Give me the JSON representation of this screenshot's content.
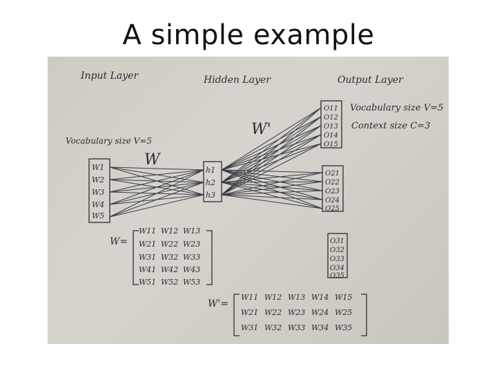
{
  "slide": {
    "title": "A simple example"
  },
  "diagram": {
    "labels": {
      "input_layer": "Input Layer",
      "hidden_layer": "Hidden Layer",
      "output_layer": "Output Layer",
      "vocab_left": "Vocabulary size V=5",
      "vocab_right": "Vocabulary size V=5",
      "context_size": "Context size C=3",
      "w": "W",
      "w_prime": "W'",
      "w_eq": "W=",
      "w_prime_eq": "W'="
    },
    "input_nodes": [
      "W1",
      "W2",
      "W3",
      "W4",
      "W5"
    ],
    "hidden_nodes": [
      "h1",
      "h2",
      "h3"
    ],
    "output_groups": [
      [
        "O11",
        "O12",
        "O13",
        "O14",
        "O15"
      ],
      [
        "O21",
        "O22",
        "O23",
        "O24",
        "O25"
      ],
      [
        "O31",
        "O32",
        "O33",
        "O34",
        "O35"
      ]
    ],
    "w_matrix": [
      [
        "W11",
        "W12",
        "W13"
      ],
      [
        "W21",
        "W22",
        "W23"
      ],
      [
        "W31",
        "W32",
        "W33"
      ],
      [
        "W41",
        "W42",
        "W43"
      ],
      [
        "W51",
        "W52",
        "W53"
      ]
    ],
    "w_prime_matrix": [
      [
        "W11",
        "W12",
        "W13",
        "W14",
        "W15"
      ],
      [
        "W21",
        "W22",
        "W23",
        "W24",
        "W25"
      ],
      [
        "W31",
        "W32",
        "W33",
        "W34",
        "W35"
      ]
    ]
  }
}
